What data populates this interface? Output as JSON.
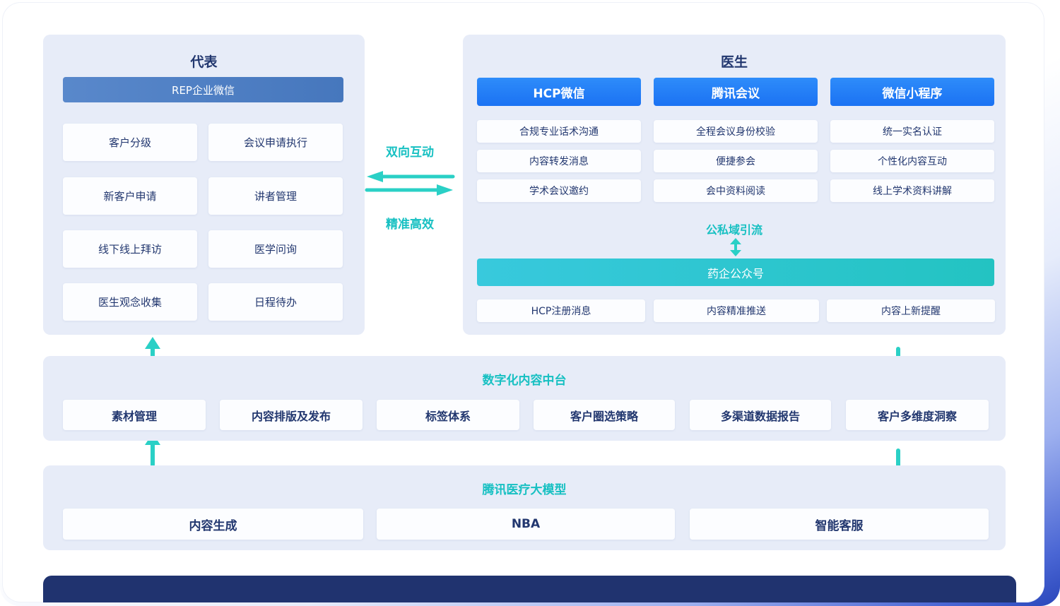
{
  "left_panel": {
    "title": "代表",
    "header": "REP企业微信",
    "items": [
      "客户分级",
      "会议申请执行",
      "新客户申请",
      "讲者管理",
      "线下线上拜访",
      "医学问询",
      "医生观念收集",
      "日程待办"
    ]
  },
  "connector": {
    "top_label": "双向互动",
    "bottom_label": "精准高效"
  },
  "right_panel": {
    "title": "医生",
    "columns": [
      {
        "header": "HCP微信",
        "items": [
          "合规专业话术沟通",
          "内容转发消息",
          "学术会议邀约"
        ]
      },
      {
        "header": "腾讯会议",
        "items": [
          "全程会议身份校验",
          "便捷参会",
          "会中资料阅读"
        ]
      },
      {
        "header": "微信小程序",
        "items": [
          "统一实名认证",
          "个性化内容互动",
          "线上学术资料讲解"
        ]
      }
    ],
    "flow_label": "公私域引流",
    "banner": "药企公众号",
    "bottom_items": [
      "HCP注册消息",
      "内容精准推送",
      "内容上新提醒"
    ]
  },
  "content_platform": {
    "title": "数字化内容中台",
    "items": [
      "素材管理",
      "内容排版及发布",
      "标签体系",
      "客户圈选策略",
      "多渠道数据报告",
      "客户多维度洞察"
    ]
  },
  "model_platform": {
    "title": "腾讯医疗大模型",
    "items": [
      "内容生成",
      "NBA",
      "智能客服"
    ]
  },
  "colors": {
    "accent_teal": "#17c0c2",
    "arrow_teal": "#2ad0c6",
    "header_blue": "#1f7df6",
    "rep_blue": "#4c7fc7",
    "banner_teal": "#2bc6cd",
    "navy_text": "#22376f",
    "panel_bg": "#e7ecf8",
    "footer_navy": "#20336f"
  }
}
